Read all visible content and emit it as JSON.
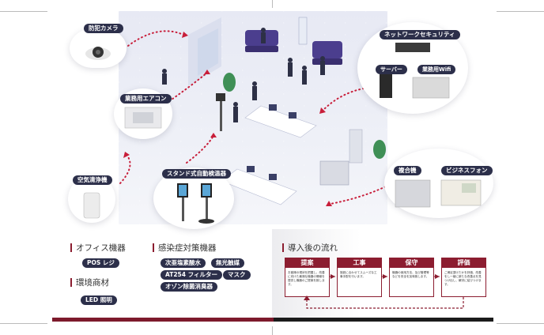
{
  "callouts": {
    "camera": "防犯カメラ",
    "aircon": "業務用エアコン",
    "purifier": "空気清浄機",
    "detector": "スタンド式自動検温器",
    "network": "ネットワークセキュリティ",
    "server": "サーバー",
    "wifi": "業務用Wifi",
    "copier": "複合機",
    "phone": "ビジネスフォン"
  },
  "office": {
    "heading": "オフィス機器",
    "tags": [
      "POS レジ"
    ]
  },
  "environment": {
    "heading": "環境商材",
    "tags": [
      "LED 照明"
    ]
  },
  "infection": {
    "heading": "感染症対策機器",
    "tags": [
      "次亜塩素酸水",
      "無光触媒",
      "AT254 フィルター",
      "マスク",
      "オゾン除菌消臭器"
    ]
  },
  "flow": {
    "heading": "導入後の流れ",
    "steps": [
      {
        "title": "提案",
        "text": "お客様の現状を把握し、改善に向けた最適な機器の情報を提供し機器のご提案を致します。"
      },
      {
        "title": "工事",
        "text": "施設に合わせてスムーズな工事手配を行います。"
      },
      {
        "title": "保守",
        "text": "機器の使用方法、及び管理等などを安全を加味致します。"
      },
      {
        "title": "評価",
        "text": "ご満足頂けたかを評価、改善をし一緒に新たな改善点を見つけ出し、解決に結びつけます。"
      }
    ]
  },
  "colors": {
    "accent": "#8c1d30",
    "pill": "#2c2f4a"
  }
}
